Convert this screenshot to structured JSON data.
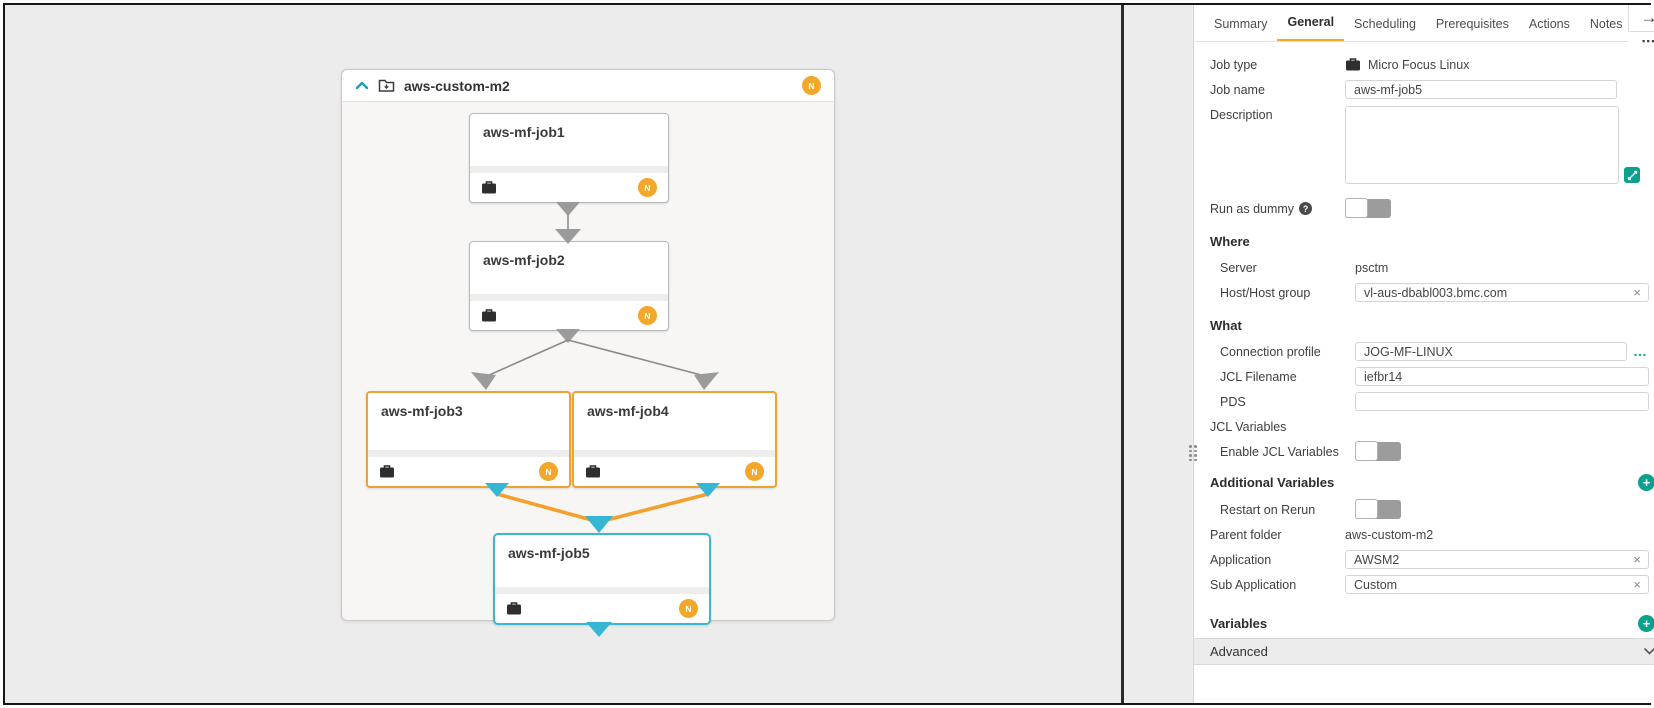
{
  "diagram": {
    "folder": {
      "name": "aws-custom-m2"
    },
    "nodes": [
      {
        "label": "aws-mf-job1"
      },
      {
        "label": "aws-mf-job2"
      },
      {
        "label": "aws-mf-job3",
        "highlight": "orange"
      },
      {
        "label": "aws-mf-job4",
        "highlight": "orange"
      },
      {
        "label": "aws-mf-job5",
        "highlight": "cyan"
      }
    ],
    "new_badge": "N"
  },
  "panel": {
    "tabs": [
      {
        "label": "Summary"
      },
      {
        "label": "General",
        "active": true
      },
      {
        "label": "Scheduling"
      },
      {
        "label": "Prerequisites"
      },
      {
        "label": "Actions"
      },
      {
        "label": "Notes"
      }
    ],
    "fields": {
      "job_type": {
        "label": "Job type",
        "value": "Micro Focus Linux"
      },
      "job_name": {
        "label": "Job name",
        "value": "aws-mf-job5"
      },
      "description": {
        "label": "Description",
        "value": ""
      },
      "run_as_dummy": {
        "label": "Run as dummy",
        "state": "off"
      },
      "server": {
        "label": "Server",
        "value": "psctm"
      },
      "host": {
        "label": "Host/Host group",
        "value": "vl-aus-dbabl003.bmc.com"
      },
      "connection_profile": {
        "label": "Connection profile",
        "value": "JOG-MF-LINUX"
      },
      "jcl_filename": {
        "label": "JCL Filename",
        "value": "iefbr14"
      },
      "pds": {
        "label": "PDS",
        "value": ""
      },
      "jcl_variables": {
        "label": "JCL Variables"
      },
      "enable_jcl_variables": {
        "label": "Enable JCL Variables",
        "state": "off"
      },
      "restart_on_rerun": {
        "label": "Restart on Rerun",
        "state": "off"
      },
      "parent_folder": {
        "label": "Parent folder",
        "value": "aws-custom-m2"
      },
      "application": {
        "label": "Application",
        "value": "AWSM2"
      },
      "sub_application": {
        "label": "Sub Application",
        "value": "Custom"
      }
    },
    "sections": {
      "where": "Where",
      "what": "What",
      "additional_variables": "Additional Variables",
      "variables": "Variables",
      "advanced": "Advanced"
    },
    "icons": {
      "plus": "+",
      "close": "×",
      "arrow_right": "→",
      "overflow_dots": "■ ■ ■",
      "help": "?"
    }
  },
  "colors": {
    "accent_teal": "#0ca18e",
    "accent_orange": "#f7a827",
    "node_highlight_orange": "#f0a132",
    "selection_cyan": "#38b8d2",
    "badge_orange": "#f3a72b",
    "edge_gray": "#8f8f8f"
  }
}
